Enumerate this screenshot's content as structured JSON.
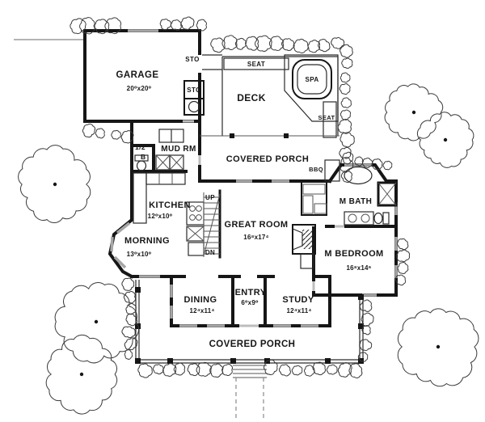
{
  "colors": {
    "ink": "#161616",
    "window_gray": "#a6a6a6",
    "paper": "#ffffff"
  },
  "rooms": {
    "garage": {
      "name": "GARAGE",
      "dims": "20⁰x20⁰"
    },
    "mud_room": {
      "name": "MUD RM"
    },
    "half_bath": {
      "name_line1": "1/2",
      "name_line2": "B"
    },
    "kitchen": {
      "name": "KITCHEN",
      "dims": "12⁰x10⁰"
    },
    "morning": {
      "name": "MORNING",
      "dims": "13⁰x10⁰"
    },
    "great_room": {
      "name": "GREAT ROOM",
      "dims": "16⁸x17⁴"
    },
    "master_bath": {
      "name": "M BATH"
    },
    "master_bedroom": {
      "name": "M BEDROOM",
      "dims": "16⁸x14⁶"
    },
    "dining": {
      "name": "DINING",
      "dims": "12⁴x11⁴"
    },
    "entry": {
      "name": "ENTRY",
      "dims": "6⁰x9⁰"
    },
    "study": {
      "name": "STUDY",
      "dims": "12⁴x11⁴"
    },
    "deck": {
      "name": "DECK"
    },
    "spa": {
      "name": "SPA"
    },
    "covered_porch_top": {
      "name": "COVERED PORCH"
    },
    "covered_porch_bottom": {
      "name": "COVERED PORCH"
    }
  },
  "features": {
    "seat_top": "SEAT",
    "seat_right": "SEAT",
    "sto_upper": "STO",
    "sto_lower": "STO",
    "bbq": "BBQ",
    "stairs_up": "UP",
    "stairs_down": "DN"
  }
}
